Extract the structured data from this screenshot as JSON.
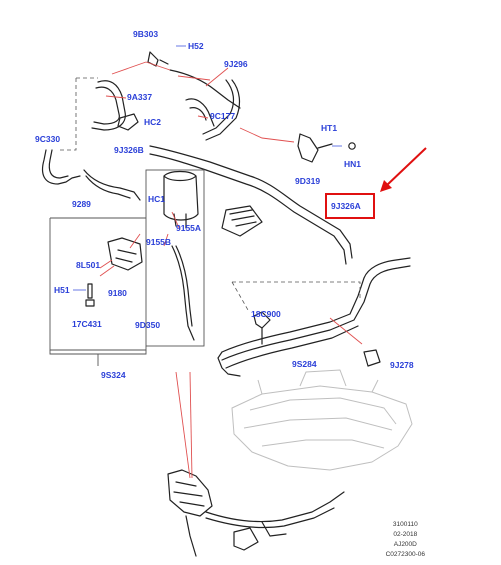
{
  "labels": {
    "l9B303": "9B303",
    "lH52": "H52",
    "l9J296": "9J296",
    "l9A337": "9A337",
    "l9C330": "9C330",
    "lHC2": "HC2",
    "l9C177": "9C177",
    "l9J326B": "9J326B",
    "lHT1": "HT1",
    "lHN1": "HN1",
    "l9D319": "9D319",
    "l9289": "9289",
    "lHC1": "HC1",
    "l9155A": "9155A",
    "l9J326A": "9J326A",
    "l9155B": "9155B",
    "l8L501": "8L501",
    "lH51": "H51",
    "l9180": "9180",
    "l17C431": "17C431",
    "l9D350": "9D350",
    "l18C900": "18C900",
    "l9S284": "9S284",
    "l9J278": "9J278",
    "l9S324": "9S324"
  },
  "footer": {
    "line1": "3100110",
    "line2": "02-2018",
    "line3": "AJ200D",
    "line4": "C0272300-06"
  },
  "colors": {
    "label": "#2a3fd8",
    "highlight": "#e01010",
    "leader": "#e05050"
  }
}
